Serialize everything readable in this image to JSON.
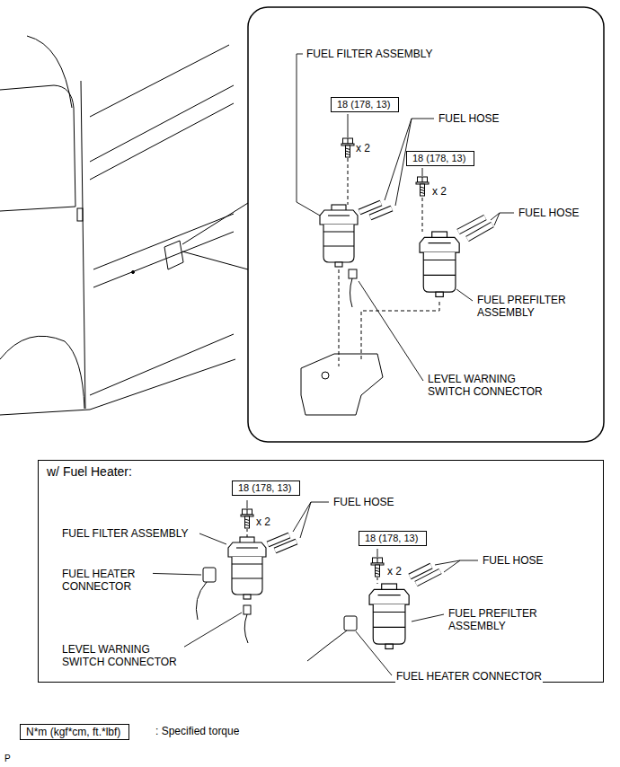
{
  "diagram": {
    "nodes": [
      {
        "text": [
          "18 (178, 13)"
        ]
      },
      {
        "text": [
          "18 (178, 13)"
        ]
      },
      {
        "text": [
          "w/ Fuel Heater:"
        ]
      },
      {
        "text": [
          "18 (178, 13)"
        ],
        "in": 2
      },
      {
        "text": [
          "18 (178, 13)"
        ],
        "in": 2
      },
      {
        "text": [
          "N*m (kgf*cm, ft.*lbf)"
        ]
      }
    ],
    "labels": [
      "FUEL FILTER ASSEMBLY",
      "x 2",
      "FUEL HOSE",
      "x 2",
      "FUEL HOSE",
      "FUEL PREFILTER ASSEMBLY",
      "LEVEL WARNING SWITCH CONNECTOR",
      "x 2",
      "FUEL HOSE",
      "FUEL FILTER ASSEMBLY",
      "FUEL HEATER CONNECTOR",
      "x 2",
      "FUEL HOSE",
      "FUEL PREFILTER ASSEMBLY",
      "LEVEL WARNING SWITCH CONNECTOR",
      "FUEL HEATER CONNECTOR",
      ": Specified torque",
      "P"
    ]
  }
}
